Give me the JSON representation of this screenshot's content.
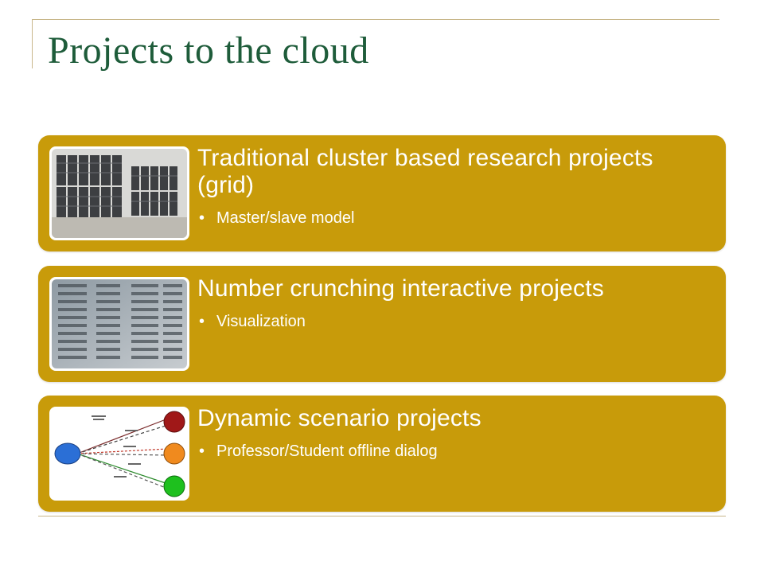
{
  "slide": {
    "title": "Projects to the cloud"
  },
  "cards": [
    {
      "title": "Traditional cluster based research projects (grid)",
      "bullet": "Master/slave model",
      "image_icon": "server-rack-photo-icon"
    },
    {
      "title": "Number crunching interactive projects",
      "bullet": "Visualization",
      "image_icon": "numbers-table-photo-icon"
    },
    {
      "title": "Dynamic scenario projects",
      "bullet": "Professor/Student offline dialog",
      "image_icon": "scenario-diagram-icon"
    }
  ],
  "colors": {
    "card_background": "#c89b0a",
    "title_color": "#1e5c3a",
    "card_text": "#ffffff",
    "frame_line": "#c8b78a"
  },
  "bullet_glyph": "•"
}
